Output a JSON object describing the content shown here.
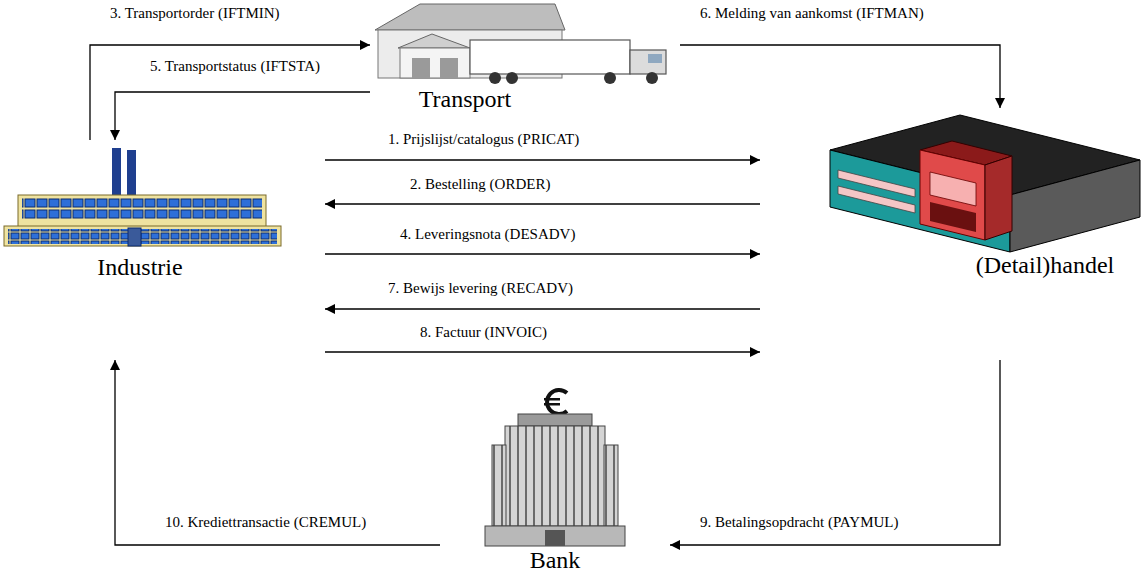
{
  "diagram": {
    "nodes": [
      {
        "text": [
          "Transport"
        ]
      },
      {
        "text": [
          "Industrie"
        ]
      },
      {
        "text": [
          "(Detail)handel"
        ]
      },
      {
        "text": [
          "Bank"
        ]
      }
    ],
    "edges": [
      {
        "from": 1,
        "to": 2,
        "arrow": "to",
        "label": "1. Prijslijst/catalogus (PRICAT)"
      },
      {
        "from": 2,
        "to": 1,
        "arrow": "to",
        "label": "2. Bestelling (ORDER)"
      },
      {
        "from": 1,
        "to": 0,
        "arrow": "to",
        "label": "3. Transportorder (IFTMIN)"
      },
      {
        "from": 1,
        "to": 2,
        "arrow": "to",
        "label": "4. Leveringsnota (DESADV)"
      },
      {
        "from": 0,
        "to": 1,
        "arrow": "to",
        "label": "5. Transportstatus (IFTSTA)"
      },
      {
        "from": 0,
        "to": 2,
        "arrow": "to",
        "label": "6. Melding van aankomst (IFTMAN)"
      },
      {
        "from": 2,
        "to": 1,
        "arrow": "to",
        "label": "7. Bewijs levering (RECADV)"
      },
      {
        "from": 1,
        "to": 2,
        "arrow": "to",
        "label": "8. Factuur (INVOIC)"
      },
      {
        "from": 2,
        "to": 3,
        "arrow": "to",
        "label": "9. Betalingsopdracht (PAYMUL)"
      },
      {
        "from": 3,
        "to": 1,
        "arrow": "to",
        "label": "10. Krediettransactie (CREMUL)"
      }
    ]
  }
}
